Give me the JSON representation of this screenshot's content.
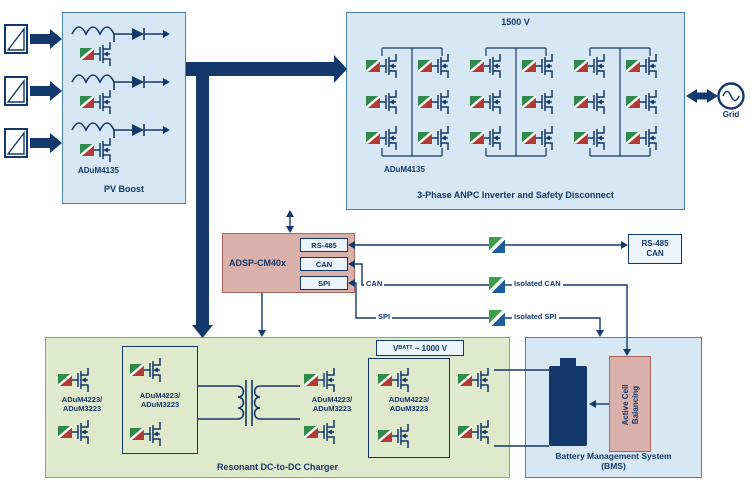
{
  "colors": {
    "navy": "#13386b",
    "light_blue_fill": "#d7e8f4",
    "blue_border": "#4a81ad",
    "mauve_fill": "#d9b0aa",
    "mauve_border": "#a8655e",
    "green_fill": "#dfe9cb",
    "green_border": "#93a562",
    "driver_icon_green": "#2f8a4c",
    "driver_icon_red": "#b23b34",
    "isolator_green": "#3f9d47",
    "isolator_blue": "#1d5d9b"
  },
  "pv": {
    "chip": "ADuM4135",
    "title": "PV Boost"
  },
  "inverter": {
    "voltage": "1500 V",
    "chip": "ADuM4135",
    "title": "3-Phase ANPC Inverter and Safety Disconnect"
  },
  "grid": {
    "label": "Grid"
  },
  "controller": {
    "title": "ADSP-CM40x",
    "port_rs485": "RS-485",
    "port_can": "CAN",
    "port_spi": "SPI"
  },
  "comm": {
    "rs485_line1": "RS-485",
    "rs485_line2": "CAN",
    "can_label": "CAN",
    "spi_label": "SPI",
    "isolated_can": "Isolated CAN",
    "isolated_spi": "Isolated SPI"
  },
  "charger": {
    "title": "Resonant DC-to-DC Charger",
    "vbatt_v": "V",
    "vbatt_sub": "BATT",
    "vbatt_rest": " ~ 1000 V",
    "chip_line1": "ADuM4223/",
    "chip_line2": "ADuM3223"
  },
  "bms": {
    "title_line1": "Battery Management System",
    "title_line2": "(BMS)",
    "balancing_line1": "Active Cell",
    "balancing_line2": "Balancing"
  }
}
